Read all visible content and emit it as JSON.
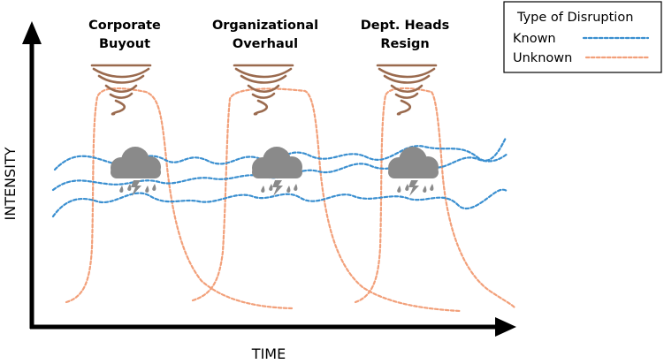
{
  "axes": {
    "y_label": "INTENSITY",
    "x_label": "TIME"
  },
  "events": [
    {
      "title_line1": "Corporate",
      "title_line2": "Buyout"
    },
    {
      "title_line1": "Organizational",
      "title_line2": "Overhaul"
    },
    {
      "title_line1": "Dept. Heads",
      "title_line2": "Resign"
    }
  ],
  "legend": {
    "title": "Type of Disruption",
    "known": "Known",
    "unknown": "Unknown"
  },
  "colors": {
    "known": "#3a8fd0",
    "unknown": "#f2a07a",
    "tornado": "#9a6a4e",
    "cloud": "#8a8a8a",
    "axis": "#000000"
  },
  "icons": [
    "tornado-icon",
    "storm-cloud-icon"
  ]
}
